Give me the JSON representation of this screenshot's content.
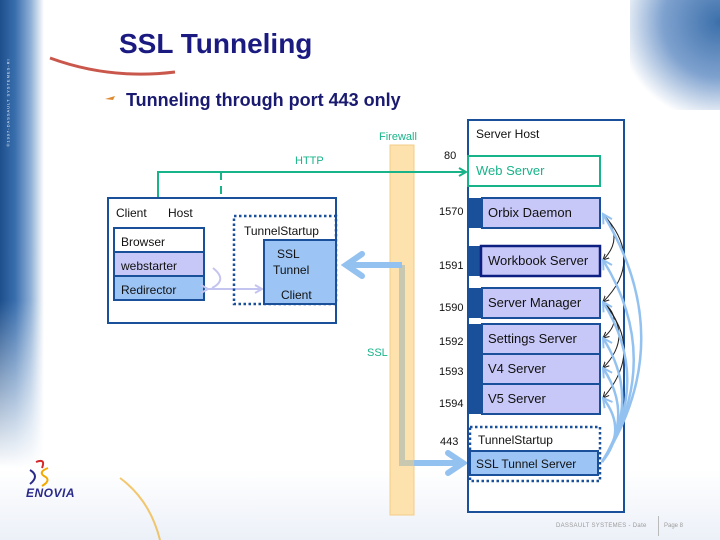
{
  "slide": {
    "title": "SSL Tunneling",
    "bullet": "Tunneling through port 443 only",
    "side_copyright": "©1997-DASSAULT SYSTEMES-RI",
    "footer": "DASSAULT SYSTEMES - Date",
    "page": "Page 8",
    "logo_brand": "ENOVIA",
    "logo_mark": "3DS"
  },
  "diagram": {
    "firewall_label": "Firewall",
    "http_label": "HTTP",
    "ssl_label": "SSL",
    "client_host": {
      "label_left": "Client",
      "label_right": "Host",
      "stack": [
        "Browser",
        "webstarter",
        "Redirector"
      ],
      "tunnel_startup_label": "TunnelStartup",
      "ssl_tunnel_client": [
        "SSL",
        "Tunnel",
        "Client"
      ]
    },
    "server_host": {
      "label": "Server Host",
      "web_server": {
        "port": "80",
        "label": "Web Server"
      },
      "services": [
        {
          "port": "1570",
          "label": "Orbix Daemon"
        },
        {
          "port": "1591",
          "label": "Workbook Server"
        },
        {
          "port": "1590",
          "label": "Server Manager"
        },
        {
          "port": "1592",
          "label": "Settings Server"
        },
        {
          "port": "1593",
          "label": "V4 Server"
        },
        {
          "port": "1594",
          "label": "V5 Server"
        }
      ],
      "tunnel": {
        "port": "443",
        "startup_label": "TunnelStartup",
        "server_label": "SSL Tunnel Server"
      }
    },
    "colors": {
      "http_green": "#19b38a",
      "box_blue": "#1a4f9a",
      "service_fill": "#c8c8f8",
      "tunnel_fill": "#9cc4f4",
      "ssl_arrow": "#94c2f0",
      "firewall": "#fde2ae"
    }
  }
}
